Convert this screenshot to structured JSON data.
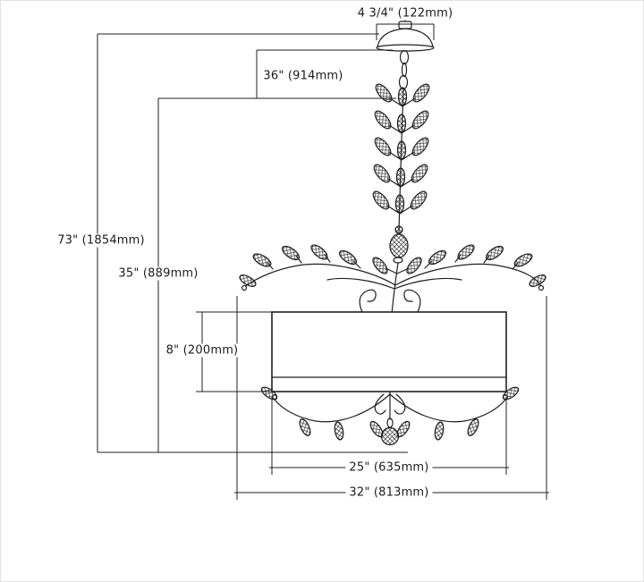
{
  "diagram": {
    "dimensions": {
      "canopy_width": "4 3/4\" (122mm)",
      "chain_length": "36\" (914mm)",
      "overall_height": "73\" (1854mm)",
      "fixture_height": "35\" (889mm)",
      "shade_height": "8\" (200mm)",
      "shade_width": "25\" (635mm)",
      "overall_width": "32\" (813mm)"
    },
    "colors": {
      "line": "#231f20",
      "background": "#ffffff"
    }
  }
}
